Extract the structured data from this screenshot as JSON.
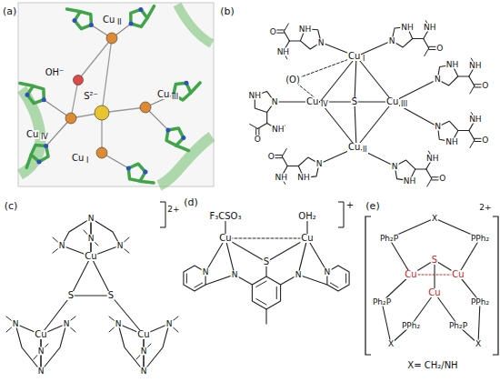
{
  "diagram": {
    "labels": [
      "(a)",
      "OH⁻",
      "Cu",
      "II",
      "S²⁻",
      "Cu",
      "IV",
      "Cu",
      "III",
      "Cu",
      "I",
      "(b)",
      "Cu",
      "I",
      "(O)",
      "Cu",
      "IV",
      "S",
      "Cu",
      "III",
      "Cu",
      "II",
      "N",
      "NH",
      "O",
      "NH",
      "N",
      "NH",
      "O",
      "NH",
      "N",
      "NH",
      "O",
      "NH",
      "N",
      "NH",
      "O",
      "NH",
      "N",
      "NH",
      "O",
      "NH",
      "N",
      "NH",
      "O",
      "NH",
      "N",
      "NH",
      "O",
      "NH",
      "(c)",
      "2+",
      "Cu",
      "S",
      "S",
      "Cu",
      "Cu",
      "N",
      "N",
      "N",
      "N",
      "N",
      "N",
      "N",
      "N",
      "N",
      "N",
      "N",
      "N",
      "(d)",
      "+",
      "F₃CSO₃",
      "OH₂",
      "Cu",
      "Cu",
      "S",
      "N",
      "N",
      "N",
      "N",
      "(e)",
      "2+",
      "X",
      "Ph₂P",
      "PPh₂",
      "Cu",
      "S",
      "Cu",
      "Cu",
      "Ph₂P",
      "PPh₂",
      "X",
      "Ph₂P",
      "PPh₂",
      "X",
      "X= CH₂/NH"
    ]
  }
}
